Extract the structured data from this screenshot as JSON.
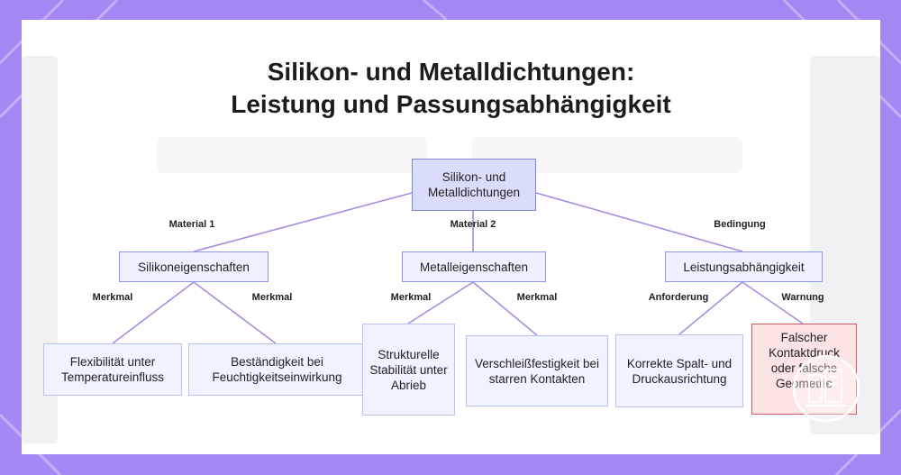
{
  "title": {
    "line1": "Silikon- und Metalldichtungen:",
    "line2": "Leistung und Passungsabhängigkeit"
  },
  "nodes": {
    "root": "Silikon- und Metalldichtungen",
    "silicone": "Silikoneigenschaften",
    "metal": "Metalleigenschaften",
    "performance": "Leistungsabhängigkeit",
    "flex": "Flexibilität unter Temperatureinfluss",
    "moisture": "Beständigkeit bei Feuchtigkeitseinwirkung",
    "stability": "Strukturelle Stabilität unter Abrieb",
    "wear": "Verschleißfestigkeit bei starren Kontakten",
    "alignment": "Korrekte Spalt- und Druckausrichtung",
    "wrong": "Falscher Kontaktdruck oder falsche Geometrie"
  },
  "edges": {
    "material1": "Material 1",
    "material2": "Material 2",
    "condition": "Bedingung",
    "feature_a": "Merkmal",
    "feature_b": "Merkmal",
    "feature_c": "Merkmal",
    "feature_d": "Merkmal",
    "requirement": "Anforderung",
    "warning": "Warnung"
  },
  "colors": {
    "frame": "#a487f2",
    "connector": "#a98be0",
    "node_fill": "#eef1ff",
    "root_fill": "#d9dcfb",
    "warning_fill": "#fde4e4",
    "warning_border": "#d05a64"
  }
}
